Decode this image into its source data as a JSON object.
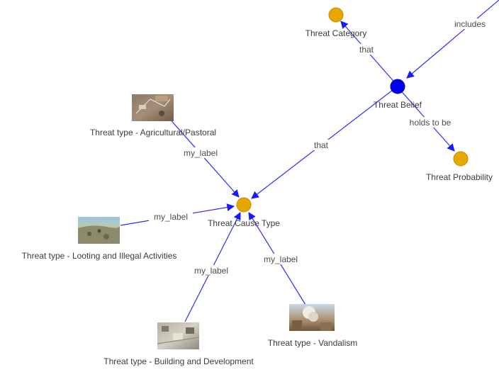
{
  "nodes": {
    "threat_category": {
      "label": "Threat Category",
      "color": "#e6a800"
    },
    "threat_belief": {
      "label": "Threat Belief",
      "color": "#0000ee"
    },
    "threat_probability": {
      "label": "Threat Probability",
      "color": "#e6a800"
    },
    "threat_cause_type": {
      "label": "Threat Cause Type",
      "color": "#e6a800"
    },
    "agricultural": {
      "label": "Threat type - Agricultural/Pastoral"
    },
    "looting": {
      "label": "Threat type - Looting and Illegal Activities"
    },
    "building": {
      "label": "Threat type - Building and Development"
    },
    "vandalism": {
      "label": "Threat type - Vandalism"
    }
  },
  "edges": {
    "includes": "includes",
    "belief_category": "that",
    "belief_probability": "holds to be",
    "belief_cause": "that",
    "agricultural_cause": "my_label",
    "looting_cause": "my_label",
    "building_cause": "my_label",
    "vandalism_cause": "my_label"
  },
  "colors": {
    "edge": "#2b2bff",
    "gold_node": "#e6a800",
    "blue_node": "#0000ee"
  }
}
